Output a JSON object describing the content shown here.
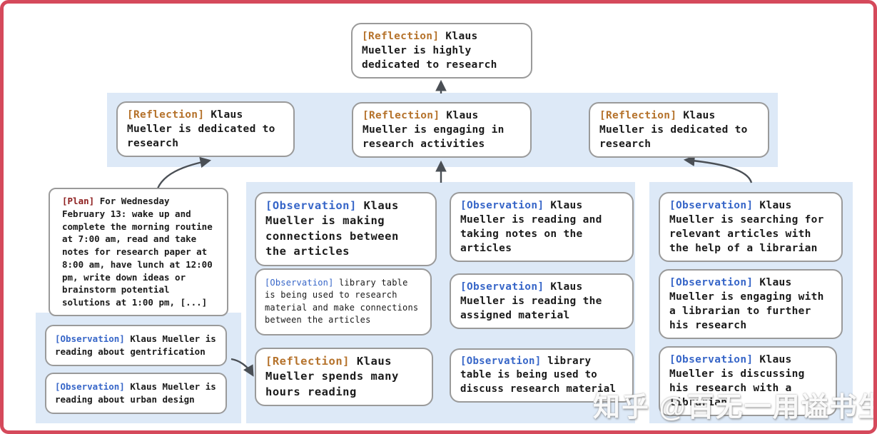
{
  "watermark": "知乎 @百无一用谥书生",
  "colors": {
    "frame": "#d5495b",
    "band_background": "#dde9f7",
    "node_border": "#9a9a9a",
    "reflection_tag": "#b5722b",
    "observation_tag": "#3766c8",
    "plan_tag": "#8e1f1f",
    "arrow": "#4a4f55",
    "text": "#1a1a1a"
  },
  "nodes": {
    "top": {
      "tag": "[Reflection]",
      "text": "Klaus Mueller is highly dedicated to research"
    },
    "row2": [
      {
        "tag": "[Reflection]",
        "text": "Klaus Mueller is dedicated to research"
      },
      {
        "tag": "[Reflection]",
        "text": "Klaus Mueller is engaging in research activities"
      },
      {
        "tag": "[Reflection]",
        "text": "Klaus Mueller is dedicated to research"
      }
    ],
    "plan": {
      "tag": "[Plan]",
      "text": "For Wednesday February 13: wake up and complete the morning routine at 7:00 am, read and take notes for research paper at 8:00 am, have lunch at 12:00 pm, write down ideas or brainstorm potential solutions at 1:00 pm, [...]"
    },
    "left_column": [
      {
        "tag": "[Observation]",
        "text": "Klaus Mueller is reading about gentrification"
      },
      {
        "tag": "[Observation]",
        "text": "Klaus Mueller is reading about urban design"
      }
    ],
    "middle_column_1": [
      {
        "tag": "[Observation]",
        "text": "Klaus Mueller is making connections between the articles"
      },
      {
        "tag": "[Observation]",
        "text": "library table is being used to research material and make connections between the articles"
      },
      {
        "tag": "[Reflection]",
        "text": "Klaus Mueller spends many hours reading"
      }
    ],
    "middle_column_2": [
      {
        "tag": "[Observation]",
        "text": "Klaus Mueller is reading and taking notes on the articles"
      },
      {
        "tag": "[Observation]",
        "text": "Klaus Mueller is reading the assigned material"
      },
      {
        "tag": "[Observation]",
        "text": "library table is being used to discuss research material"
      }
    ],
    "right_column": [
      {
        "tag": "[Observation]",
        "text": "Klaus Mueller is searching for relevant articles with the help of a librarian"
      },
      {
        "tag": "[Observation]",
        "text": "Klaus Mueller is engaging with a librarian to further his research"
      },
      {
        "tag": "[Observation]",
        "text": "Klaus Mueller is discussing his research with a librarian"
      }
    ]
  }
}
